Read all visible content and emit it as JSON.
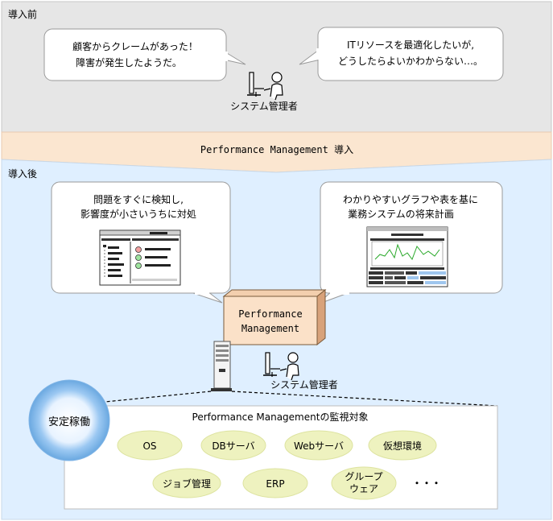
{
  "before": {
    "label": "導入前",
    "bubble_left": [
      "顧客からクレームがあった！",
      "障害が発生したようだ。"
    ],
    "bubble_right": [
      "ITリソースを最適化したいが,",
      "どうしたらよいかわからない…。"
    ],
    "admin_label": "システム管理者"
  },
  "transition": {
    "label": "Performance Management 導入"
  },
  "after": {
    "label": "導入後",
    "bubble_left": [
      "問題をすぐに検知し,",
      "影響度が小さいうちに対処"
    ],
    "bubble_right": [
      "わかりやすいグラフや表を基に",
      "業務システムの将来計画"
    ],
    "product_box": [
      "Performance",
      "Management"
    ],
    "admin_label": "システム管理者",
    "stable_badge": "安定稼働",
    "targets_title": "Performance Managementの監視対象",
    "targets": [
      "OS",
      "DBサーバ",
      "Webサーバ",
      "仮想環境",
      "ジョブ管理",
      "ERP",
      "グループ\nウェア"
    ],
    "targets_more": "・・・"
  },
  "colors": {
    "before_bg": "#e6e6e6",
    "transition_bg": "#fbe6d0",
    "after_bg": "#dfefff",
    "product_box": "#fbe1c8",
    "target_oval": "#eef2bf",
    "badge_ring": "#9bc8f2"
  }
}
